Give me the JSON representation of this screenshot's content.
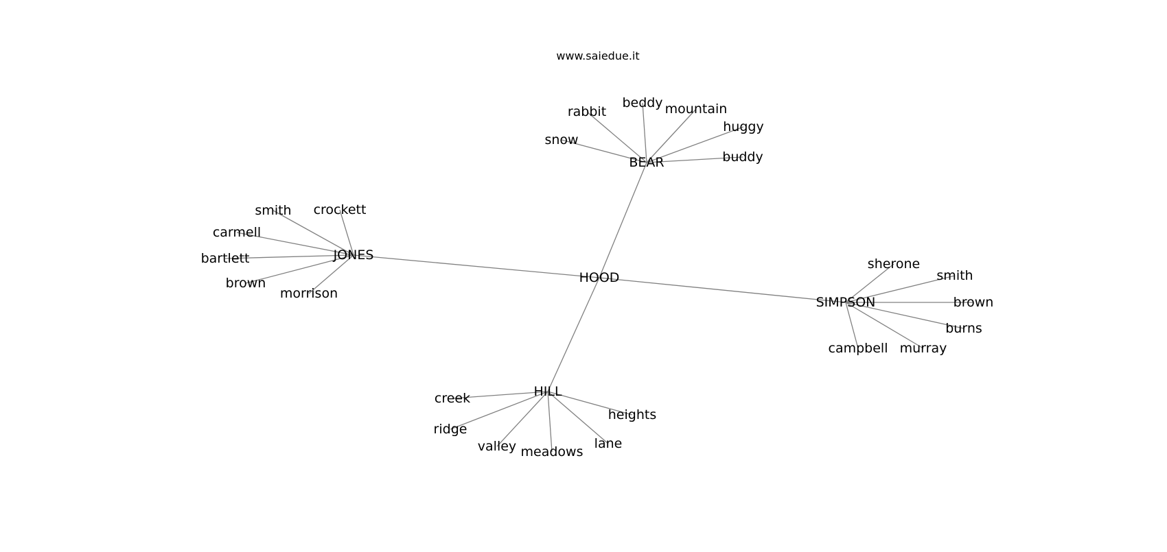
{
  "watermark": "www.saiedue.it",
  "graph": {
    "center": "HOOD",
    "hubs": [
      {
        "label": "BEAR",
        "leaves": [
          "rabbit",
          "beddy",
          "mountain",
          "huggy",
          "snow",
          "buddy"
        ]
      },
      {
        "label": "JONES",
        "leaves": [
          "smith",
          "crockett",
          "carmell",
          "bartlett",
          "brown",
          "morrison"
        ]
      },
      {
        "label": "SIMPSON",
        "leaves": [
          "sherone",
          "smith",
          "brown",
          "burns",
          "campbell",
          "murray"
        ]
      },
      {
        "label": "HILL",
        "leaves": [
          "creek",
          "heights",
          "ridge",
          "valley",
          "meadows",
          "lane"
        ]
      }
    ]
  }
}
